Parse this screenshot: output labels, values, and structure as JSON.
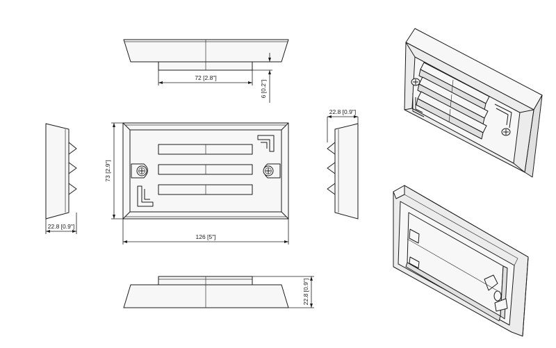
{
  "dimensions": {
    "top_width": "72 [2.8\"]",
    "top_offset": "6 [0.2\"]",
    "right_depth": "22.8 [0.9\"]",
    "left_depth": "22.8 [0.9\"]",
    "front_height": "73 [2.9\"]",
    "front_width": "126 [5\"]",
    "bottom_depth": "22.8 [0.9\"]"
  }
}
